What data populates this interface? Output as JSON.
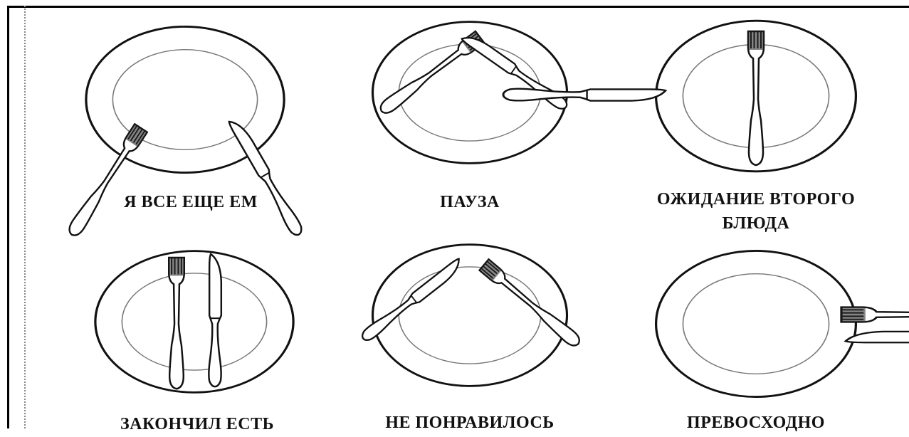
{
  "panels": [
    {
      "id": "still-eating",
      "caption": "Я ВСЕ ЕЩЕ ЕМ"
    },
    {
      "id": "pause",
      "caption": "ПАУЗА"
    },
    {
      "id": "waiting-second-course",
      "caption_line1": "ОЖИДАНИЕ ВТОРОГО",
      "caption_line2": "БЛЮДА"
    },
    {
      "id": "finished-eating",
      "caption": "ЗАКОНЧИЛ ЕСТЬ"
    },
    {
      "id": "did-not-like",
      "caption": "НЕ ПОНРАВИЛОСЬ"
    },
    {
      "id": "excellent",
      "caption": "ПРЕВОСХОДНО"
    }
  ]
}
